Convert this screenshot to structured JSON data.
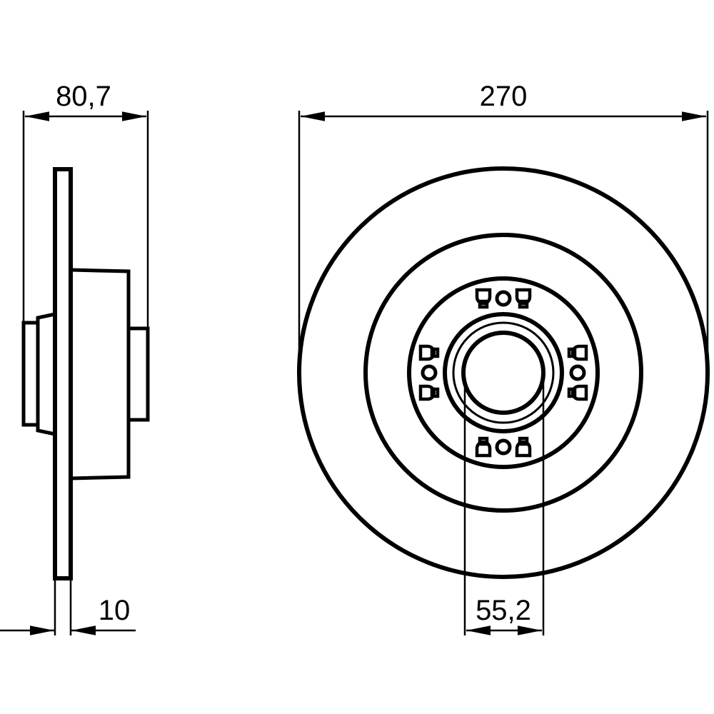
{
  "dimensions": {
    "hub_width": "80,7",
    "disc_thickness": "10",
    "outer_diameter": "270",
    "bore_diameter": "55,2"
  },
  "colors": {
    "line": "#000000",
    "background": "#ffffff"
  }
}
